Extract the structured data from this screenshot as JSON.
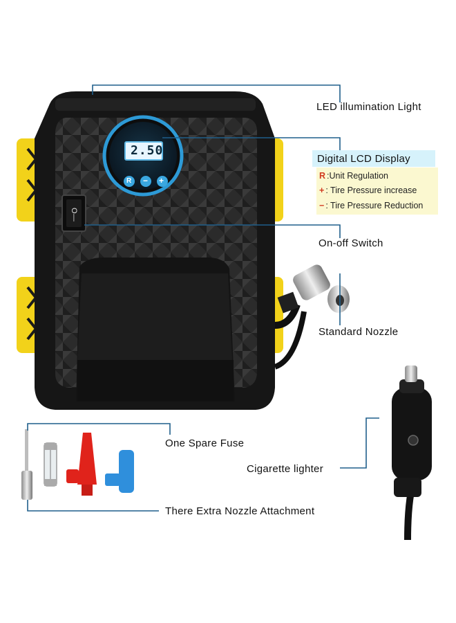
{
  "callouts": {
    "led_light": "LED illumination Light",
    "lcd_display": "Digital LCD Display",
    "on_off_switch": "On-off Switch",
    "standard_nozzle": "Standard Nozzle",
    "spare_fuse": "One Spare Fuse",
    "cigarette_lighter": "Cigarette lighter",
    "extra_nozzle": "There Extra Nozzle Attachment"
  },
  "lcd_legend": [
    {
      "symbol": "R",
      "text": ":Unit Regulation"
    },
    {
      "symbol": "+",
      "text": ": Tire Pressure increase"
    },
    {
      "symbol": "−",
      "text": ": Tire Pressure Reduction"
    }
  ],
  "device": {
    "lcd_reading": "2.50",
    "buttons": [
      "R",
      "−",
      "+"
    ],
    "switch_mark": "O—"
  },
  "colors": {
    "body": "#1a1a1a",
    "accent_yellow": "#f2d21a",
    "lcd_blue": "#3aa7e0",
    "callout_line": "#1f5f8b",
    "red_nozzle": "#e0231b",
    "blue_nozzle": "#2f8fdc"
  }
}
